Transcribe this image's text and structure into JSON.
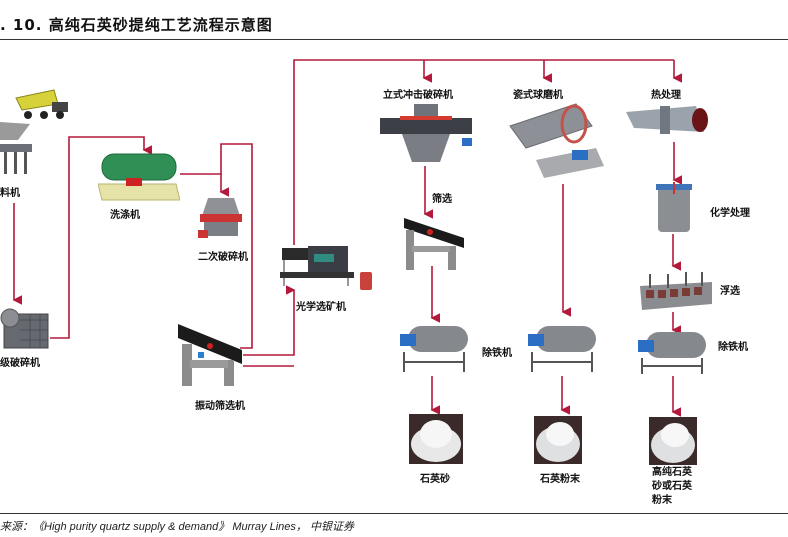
{
  "figure": {
    "title": ". 10. 高纯石英砂提纯工艺流程示意图",
    "source": "来源：《High purity quartz supply & demand》 Murray Lines， 中银证券"
  },
  "colors": {
    "flow_line": "#b3193a",
    "rule": "#333333"
  },
  "nodes": {
    "truck": {
      "label": "",
      "icon": "dump-truck-icon"
    },
    "feeder": {
      "label": "料机",
      "icon": "feeder-icon"
    },
    "primary_crusher": {
      "label": "级破碎机",
      "icon": "jaw-crusher-icon"
    },
    "washer": {
      "label": "洗涤机",
      "icon": "washing-drum-icon"
    },
    "secondary_crusher": {
      "label": "二次破碎机",
      "icon": "cone-crusher-icon"
    },
    "vibrating_screen": {
      "label": "振动筛选机",
      "icon": "vibrating-screen-icon"
    },
    "optical_sorter": {
      "label": "光学选矿机",
      "icon": "optical-sorter-icon"
    },
    "vsi_crusher": {
      "label": "立式冲击破碎机",
      "icon": "vsi-crusher-icon"
    },
    "screening": {
      "label": "筛选",
      "icon": "screen-icon"
    },
    "ball_mill": {
      "label": "瓷式球磨机",
      "icon": "ball-mill-icon"
    },
    "heat_treatment": {
      "label": "热处理",
      "icon": "rotary-kiln-icon"
    },
    "chemical_treatment": {
      "label": "化学处理",
      "icon": "chemical-tank-icon"
    },
    "flotation": {
      "label": "浮选",
      "icon": "flotation-cell-icon"
    },
    "iron_remover_1": {
      "label": "除铁机",
      "icon": "magnetic-separator-icon"
    },
    "iron_remover_2": {
      "label": "",
      "icon": "magnetic-separator-icon"
    },
    "iron_remover_3": {
      "label": "除铁机",
      "icon": "magnetic-separator-icon"
    },
    "product_sand": {
      "label": "石英砂",
      "icon": "quartz-sand-icon"
    },
    "product_powder": {
      "label": "石英粉末",
      "icon": "quartz-powder-icon"
    },
    "product_hp": {
      "label": "高纯石英砂或石英粉末",
      "icon": "quartz-powder-icon"
    }
  }
}
